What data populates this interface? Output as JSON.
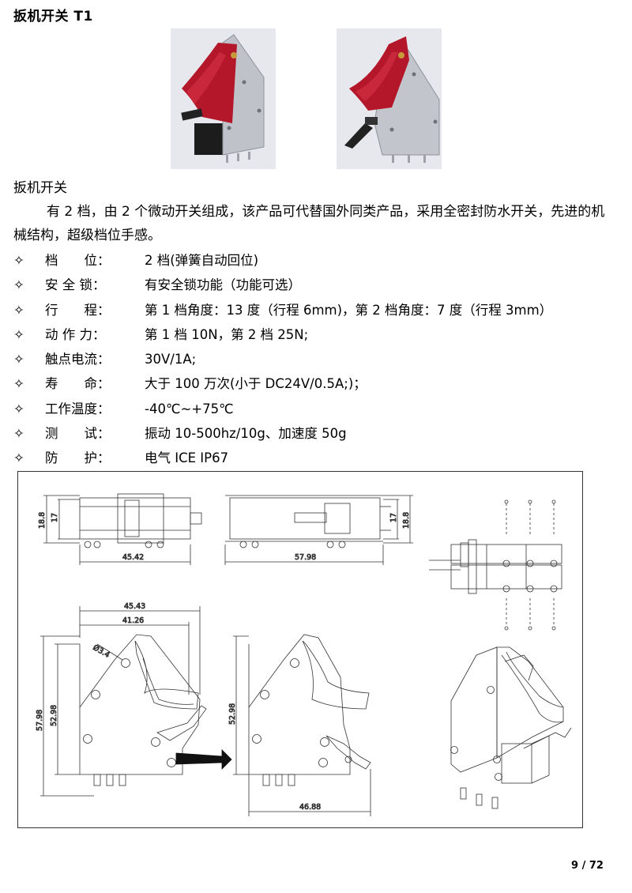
{
  "title": "扳机开关 T1",
  "subtitle": "扳机开关",
  "description": "有 2 档，由 2 个微动开关组成，该产品可代替国外同类产品，采用全密封防水开关，先进的机械结构，超级档位手感。",
  "bullet_symbol": "✧",
  "specs": [
    {
      "label": "档　　位：",
      "value": "2 档(弹簧自动回位)"
    },
    {
      "label": "安 全 锁：",
      "value": "有安全锁功能（功能可选）"
    },
    {
      "label": "行　　程：",
      "value": "第 1 档角度：13 度（行程 6mm)，第 2 档角度：7 度（行程 3mm）"
    },
    {
      "label": "动 作 力：",
      "value": "第 1 档 10N，第 2 档 25N;"
    },
    {
      "label": "触点电流：",
      "value": "30V/1A;"
    },
    {
      "label": "寿　　命：",
      "value": "大于 100 万次(小于 DC24V/0.5A;)；"
    },
    {
      "label": "工作温度：",
      "value": "-40℃~+75℃"
    },
    {
      "label": "测　　试：",
      "value": "振动 10-500hz/10g、加速度 50g"
    },
    {
      "label": "防　　护：",
      "value": "电气 ICE IP67"
    }
  ],
  "drawing": {
    "dims": {
      "top_height_a": "18.8",
      "top_height_b": "17",
      "top_length_1": "45.42",
      "top_length_2": "57.98",
      "side_height_b": "17",
      "side_height_a": "18.8",
      "front_width_1": "45.43",
      "front_width_2": "41.26",
      "hole_dia": "Ø3.4",
      "front_height_total": "57.98",
      "front_height_body": "52.98",
      "pressed_height": "52.98",
      "pressed_width": "46.88"
    }
  },
  "page_number": "9 / 72"
}
